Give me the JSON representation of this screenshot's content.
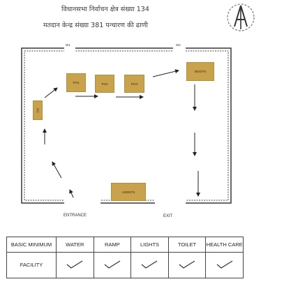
{
  "header": {
    "title_line1": "विधानसभा निर्वाचन क्षेत्र संख्या 134",
    "title_line2": "मतदान केन्द्र संख्या 381 पन्चारण की ढाणी"
  },
  "compass": {
    "letter": "A",
    "icon": "north-arrow-icon"
  },
  "plan": {
    "gates": {
      "w1": "W1",
      "w2": "W2"
    },
    "boxes": {
      "side": "PO",
      "po1": "PO1",
      "po2": "PO2",
      "po3": "PO3",
      "booth": "BOOTH",
      "agents": "AGENTS"
    },
    "labels": {
      "entrance": "ENTRANCE",
      "exit": "EXIT"
    },
    "colors": {
      "box_fill": "#c9a24e",
      "wall": "#444444"
    }
  },
  "facilities": {
    "header_row": [
      "BASIC MINIMUM",
      "WATER",
      "RAMP",
      "LIGHTS",
      "TOILET",
      "HEALTH CARE"
    ],
    "row_label": "FACILITY",
    "checks": [
      "check-icon",
      "check-icon",
      "check-icon",
      "check-icon",
      "check-icon"
    ]
  }
}
